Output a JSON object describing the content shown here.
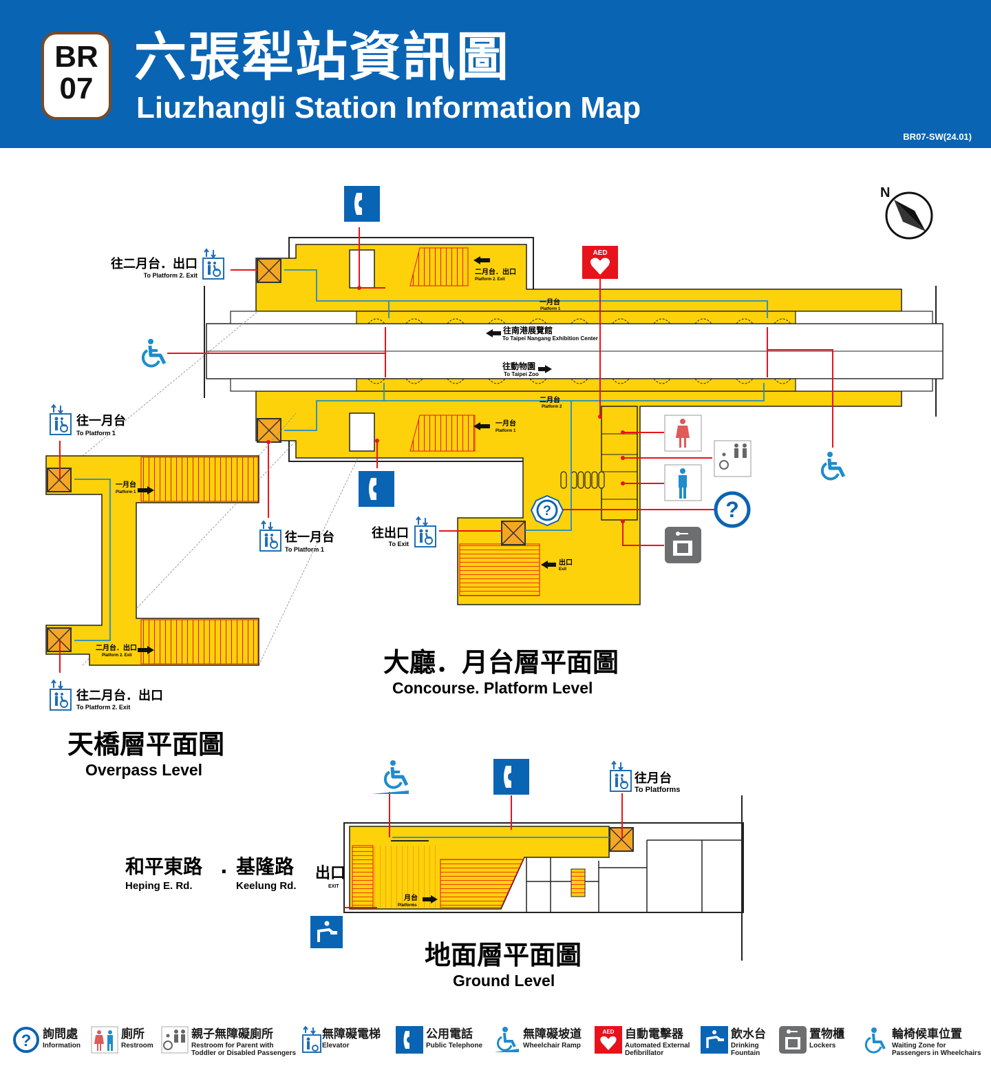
{
  "header": {
    "line_code_top": "BR",
    "line_code_bottom": "07",
    "title_zh": "六張犁站資訊圖",
    "title_en": "Liuzhangli Station Information Map",
    "doc_code": "BR07-SW(24.01)"
  },
  "colors": {
    "header_blue": "#0a64b4",
    "floor_yellow": "#fdd20a",
    "route_red": "#e8121a",
    "route_blue": "#1e8ccd",
    "icon_blue": "#0a64b4",
    "aed_red": "#e8121a"
  },
  "compass": {
    "label": "N"
  },
  "concourse": {
    "title_zh": "大廳．月台層平面圖",
    "title_en": "Concourse. Platform Level",
    "elevator_p2_zh": "往二月台．出口",
    "elevator_p2_en": "To Platform 2. Exit",
    "elevator_p1_zh": "往一月台",
    "elevator_p1_en": "To Platform 1",
    "elevator_exit_zh": "往出口",
    "elevator_exit_en": "To Exit",
    "stair_p2_zh": "二月台．出口",
    "stair_p2_en": "Platform 2. Exit",
    "platform1_zh": "一月台",
    "platform1_en": "Platform 1",
    "platform2_zh": "二月台",
    "platform2_en": "Platform 2",
    "dir_nangang_zh": "往南港展覽館",
    "dir_nangang_en": "To Taipei Nangang Exhibition Center",
    "dir_zoo_zh": "往動物園",
    "dir_zoo_en": "To Taipei Zoo",
    "stair_p1_zh": "一月台",
    "stair_p1_en": "Platform 1",
    "exit_zh": "出口",
    "exit_en": "Exit",
    "aed_label": "AED"
  },
  "overpass": {
    "title_zh": "天橋層平面圖",
    "title_en": "Overpass Level",
    "elevator_top_zh": "往一月台",
    "elevator_top_en": "To Platform 1",
    "elevator_bottom_zh": "往二月台．出口",
    "elevator_bottom_en": "To Platform 2. Exit",
    "stair_top_zh": "一月台",
    "stair_top_en": "Platform 1",
    "stair_bottom_zh": "二月台．出口",
    "stair_bottom_en": "Platform 2. Exit"
  },
  "ground": {
    "title_zh": "地面層平面圖",
    "title_en": "Ground Level",
    "elevator_zh": "往月台",
    "elevator_en": "To Platforms",
    "road1_zh": "和平東路",
    "road1_en": "Heping E. Rd.",
    "road_sep": ".",
    "road2_zh": "基隆路",
    "road2_en": "Keelung Rd.",
    "exit_zh": "出口",
    "exit_en": "EXIT",
    "stair_zh": "月台",
    "stair_en": "Platforms"
  },
  "legend": [
    {
      "icon": "information-icon",
      "zh": "詢問處",
      "en": "Information"
    },
    {
      "icon": "restroom-icon",
      "zh": "廁所",
      "en": "Restroom"
    },
    {
      "icon": "family-restroom-icon",
      "zh": "親子無障礙廁所",
      "en": "Restroom for Parent with",
      "en2": "Toddler or Disabled Passengers"
    },
    {
      "icon": "elevator-icon",
      "zh": "無障礙電梯",
      "en": "Elevator"
    },
    {
      "icon": "telephone-icon",
      "zh": "公用電話",
      "en": "Public Telephone"
    },
    {
      "icon": "ramp-icon",
      "zh": "無障礙坡道",
      "en": "Wheelchair Ramp"
    },
    {
      "icon": "aed-icon",
      "zh": "自動電擊器",
      "en": "Automated External",
      "en2": "Defibrillator"
    },
    {
      "icon": "drinking-fountain-icon",
      "zh": "飲水台",
      "en": "Drinking",
      "en2": "Fountain"
    },
    {
      "icon": "locker-icon",
      "zh": "置物櫃",
      "en": "Lockers"
    },
    {
      "icon": "wheelchair-zone-icon",
      "zh": "輪椅候車位置",
      "en": "Waiting Zone for",
      "en2": "Passengers in Wheelchairs"
    }
  ]
}
